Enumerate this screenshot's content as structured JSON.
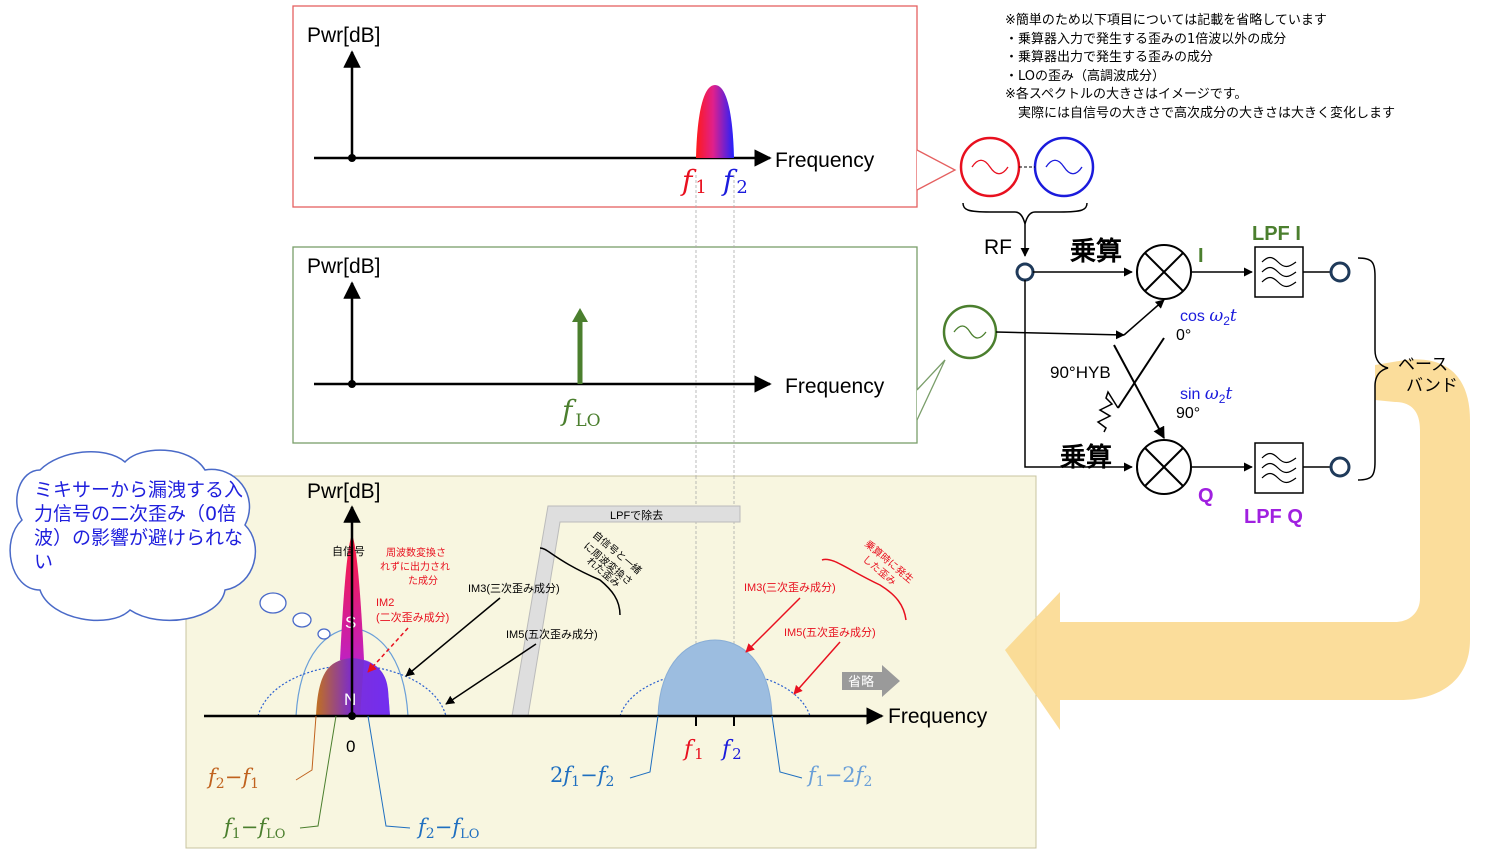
{
  "notes": [
    "※簡単のため以下項目については記載を省略しています",
    "・乗算器入力で発生する歪みの1倍波以外の成分",
    "・乗算器出力で発生する歪みの成分",
    "・LOの歪み（高調波成分）",
    "※各スペクトルの大きさはイメージです。",
    "　実際には自信号の大きさで高次成分の大きさは大きく変化します"
  ],
  "panels": {
    "rf": {
      "ylabel": "Pwr[dB]",
      "xlabel": "Frequency",
      "f1": "f",
      "f1_sub": "1",
      "f2": "f",
      "f2_sub": "2"
    },
    "lo": {
      "ylabel": "Pwr[dB]",
      "xlabel": "Frequency",
      "flo": "f",
      "flo_sub": "LO"
    },
    "out": {
      "ylabel": "Pwr[dB]",
      "xlabel": "Frequency",
      "zero": "0",
      "self_signal": "自信号",
      "S": "S",
      "N": "N",
      "unconverted_line1": "周波数変換さ",
      "unconverted_line2": "れずに出力され",
      "unconverted_line3": "た成分",
      "im2_line1": "IM2",
      "im2_line2": "(二次歪み成分)",
      "lpf_removed": "LPFで除去",
      "with_self_line1": "自信号と一緒",
      "with_self_line2": "に周波変換さ",
      "with_self_line3": "れた歪み",
      "im3_left": "IM3(三次歪み成分)",
      "im5_left": "IM5(五次歪み成分)",
      "mult_line1": "乗算時に発生",
      "mult_line2": "した歪み",
      "im3_right": "IM3(三次歪み成分)",
      "im5_right": "IM5(五次歪み成分)",
      "omitted": "省略",
      "f1": "f",
      "f1_sub": "1",
      "f2": "f",
      "f2_sub": "2",
      "f2_minus_f1": [
        "f",
        "2",
        "−",
        "f",
        "1"
      ],
      "f1_minus_flo": [
        "f",
        "1",
        "−",
        "f",
        "LO"
      ],
      "f2_minus_flo": [
        "f",
        "2",
        "−",
        "f",
        "LO"
      ],
      "two_f1_minus_f2": [
        "2",
        "f",
        "1",
        "−",
        "f",
        "2"
      ],
      "f1_minus_two_f2": [
        "f",
        "1",
        "−2",
        "f",
        "2"
      ]
    }
  },
  "bubble": "ミキサーから漏洩する入力信号の二次歪み（0倍波）の影響が避けられない",
  "circuit": {
    "rf": "RF",
    "mult_top": "乗算",
    "mult_bottom": "乗算",
    "I": "I",
    "Q": "Q",
    "lpf_i": "LPF I",
    "lpf_q": "LPF Q",
    "cos": "cos ",
    "cos_var": "ω",
    "cos_sub": "2",
    "cos_t": "t",
    "deg0": "0°",
    "sin": "sin ",
    "sin_var": "ω",
    "sin_sub": "2",
    "sin_t": "t",
    "deg90": "90°",
    "hyb": "90°HYB",
    "baseband_line1": "ベース",
    "baseband_line2": "バンド"
  },
  "colors": {
    "red": "#e8101f",
    "blue": "#1b1bdc",
    "green": "#4b7f2e",
    "purple": "#a020e0",
    "orange": "#c0621e",
    "lightblue": "#1f6fc0",
    "panel_bg": "#f8f6e0",
    "arrow": "#fad78a"
  }
}
